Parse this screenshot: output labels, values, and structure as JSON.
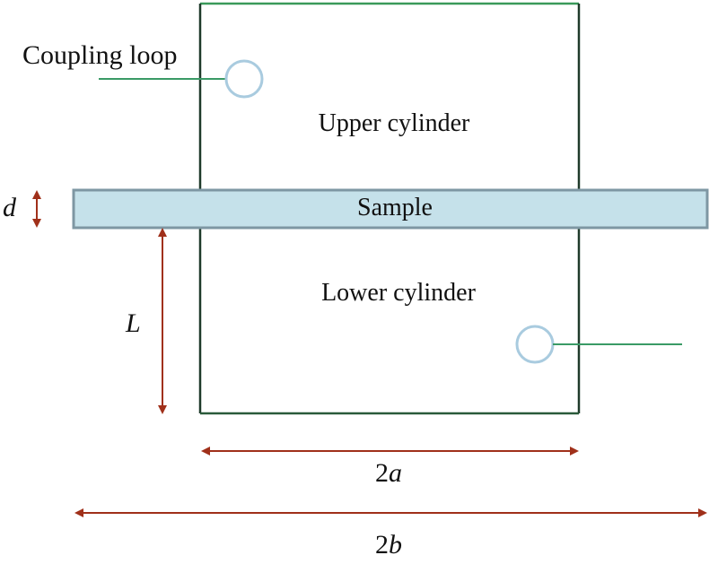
{
  "labels": {
    "coupling_loop": "Coupling loop",
    "upper_cylinder": "Upper cylinder",
    "sample": "Sample",
    "lower_cylinder": "Lower cylinder",
    "dim_d": "d",
    "dim_L": "L",
    "dim_2a_num": "2",
    "dim_2a_var": "a",
    "dim_2b_num": "2",
    "dim_2b_var": "b"
  },
  "colors": {
    "cylinder_wall": "#1f3a2a",
    "cylinder_edge": "#3a9a5a",
    "sample_fill": "#c5e1ea",
    "sample_stroke": "#7e97a3",
    "loop_wire": "#3a9a66",
    "loop_circle": "#a9cbdf",
    "dimension_arrow": "#a0301a"
  }
}
